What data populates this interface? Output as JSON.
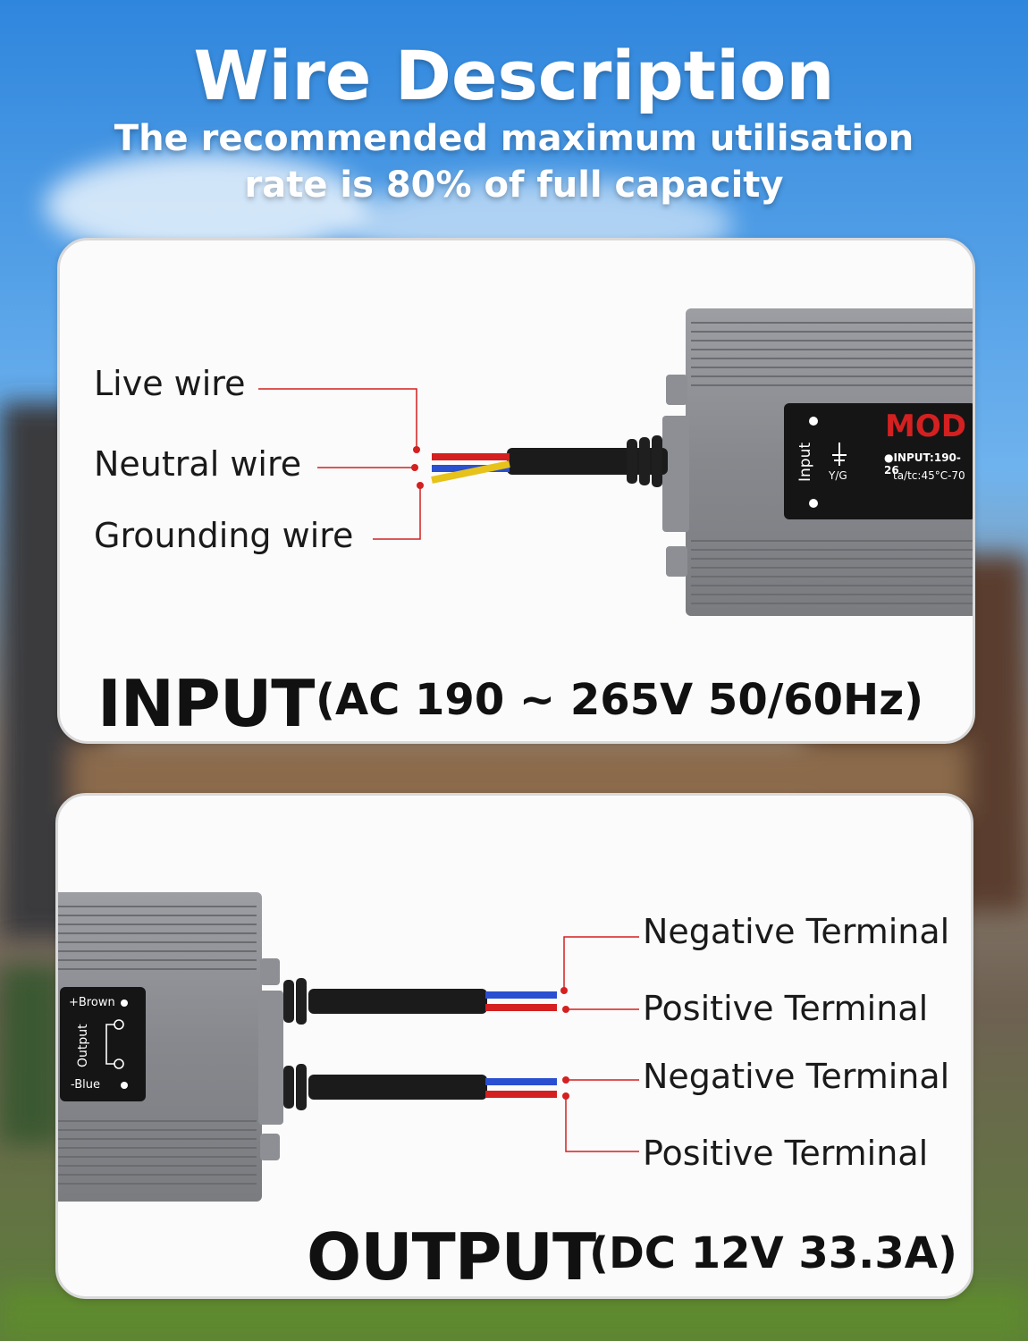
{
  "header": {
    "title": "Wire Description",
    "subtitle_line1": "The recommended maximum utilisation",
    "subtitle_line2": "rate is 80% of full capacity"
  },
  "input_panel": {
    "labels": [
      "Live wire",
      "Neutral wire",
      "Grounding wire"
    ],
    "heading": "INPUT",
    "spec": "(AC 190 ~ 265V 50/60Hz)",
    "device": {
      "side_text": "Input",
      "ground_text": "Y/G",
      "brand_text": "MOD",
      "line1": "●INPUT:190-26",
      "line2": "ta/tc:45°C-70"
    },
    "wire_colors": [
      "#d42020",
      "#2a4fd0",
      "#e6c21a"
    ]
  },
  "output_panel": {
    "labels": [
      "Negative Terminal",
      "Positive Terminal",
      "Negative Terminal",
      "Positive Terminal"
    ],
    "heading": "OUTPUT",
    "spec": "(DC 12V 33.3A)",
    "device": {
      "brown_text": "+Brown",
      "blue_text": "-Blue",
      "side_text": "Output"
    },
    "wire_colors": [
      "#2a4fd0",
      "#d42020"
    ]
  },
  "accent_color": "#d42020"
}
